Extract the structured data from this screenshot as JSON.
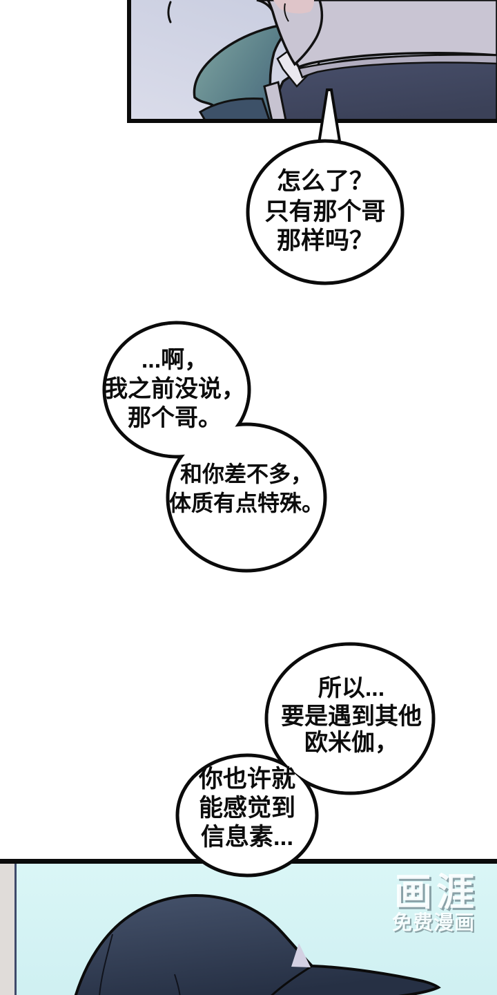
{
  "page_type": "webtoon-comic-page",
  "colors": {
    "page_bg": "#ffffff",
    "ink": "#0b0b0b",
    "panel1_bg_top": "#c3c8dc",
    "panel1_bg_bottom": "#dadcea",
    "teal_garment": "#7ca19f",
    "teal_garment_dark": "#47637c",
    "jacket_navy": "#49506c",
    "fabric_gray": "#c9c5d3",
    "fabric_shade": "#b1adbf",
    "skin_pink": "#dfc5c9",
    "panel2_bg": "#d6f4f5",
    "wall_gray": "#e0dcd9",
    "wall_line_navy": "#3e4a6a",
    "cap_navy_light": "#46536c",
    "cap_navy_dark": "#263044",
    "cap_logo_lavender": "#d3d0e2",
    "watermark_white": "#fcffff"
  },
  "bubbles": [
    {
      "lines": [
        "怎么了？",
        "只有那个哥",
        "那样吗？"
      ]
    },
    {
      "lines": [
        "...啊，",
        "我之前没说，",
        "那个哥。"
      ]
    },
    {
      "lines": [
        "和你差不多，",
        "体质有点特殊。"
      ]
    },
    {
      "lines": [
        "所以...",
        "要是遇到其他",
        "欧米伽，"
      ]
    },
    {
      "lines": [
        "你也许就",
        "能感觉到",
        "信息素..."
      ]
    }
  ],
  "watermark": {
    "logo": "画涯",
    "tagline": "免费漫画"
  }
}
